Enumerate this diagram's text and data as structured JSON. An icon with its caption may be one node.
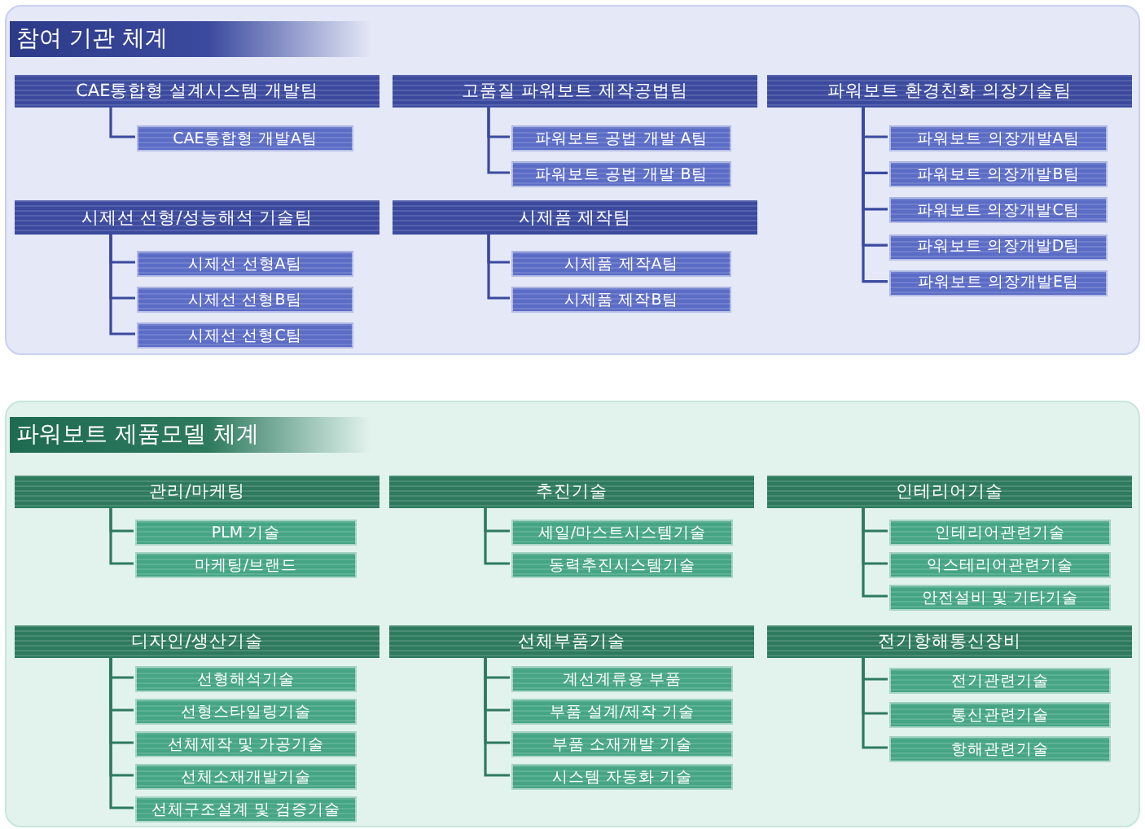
{
  "diagram": {
    "nodes": [
      {
        "text": [
          "참여 기관 체계"
        ]
      },
      {
        "text": [
          "CAE통합형 설계시스템 개발팀"
        ],
        "in": 0
      },
      {
        "text": [
          "CAE통합형 개발A팀"
        ],
        "in": 0
      },
      {
        "text": [
          "고품질 파워보트 제작공법팀"
        ],
        "in": 0
      },
      {
        "text": [
          "파워보트 공법 개발 A팀"
        ],
        "in": 0
      },
      {
        "text": [
          "파워보트 공법 개발 B팀"
        ],
        "in": 0
      },
      {
        "text": [
          "파워보트 환경친화 의장기술팀"
        ],
        "in": 0
      },
      {
        "text": [
          "파워보트 의장개발A팀"
        ],
        "in": 0
      },
      {
        "text": [
          "파워보트 의장개발B팀"
        ],
        "in": 0
      },
      {
        "text": [
          "파워보트 의장개발C팀"
        ],
        "in": 0
      },
      {
        "text": [
          "파워보트 의장개발D팀"
        ],
        "in": 0
      },
      {
        "text": [
          "파워보트 의장개발E팀"
        ],
        "in": 0
      },
      {
        "text": [
          "시제선 선형/성능해석 기술팀"
        ],
        "in": 0
      },
      {
        "text": [
          "시제선 선형A팀"
        ],
        "in": 0
      },
      {
        "text": [
          "시제선 선형B팀"
        ],
        "in": 0
      },
      {
        "text": [
          "시제선 선형C팀"
        ],
        "in": 0
      },
      {
        "text": [
          "시제품 제작팀"
        ],
        "in": 0
      },
      {
        "text": [
          "시제품 제작A팀"
        ],
        "in": 0
      },
      {
        "text": [
          "시제품 제작B팀"
        ],
        "in": 0
      },
      {
        "text": [
          "파워보트 제품모델 체계"
        ]
      },
      {
        "text": [
          "관리/마케팅"
        ],
        "in": 19
      },
      {
        "text": [
          "PLM 기술"
        ],
        "in": 19
      },
      {
        "text": [
          "마케팅/브랜드"
        ],
        "in": 19
      },
      {
        "text": [
          "추진기술"
        ],
        "in": 19
      },
      {
        "text": [
          "세일/마스트시스템기술"
        ],
        "in": 19
      },
      {
        "text": [
          "동력추진시스템기술"
        ],
        "in": 19
      },
      {
        "text": [
          "인테리어기술"
        ],
        "in": 19
      },
      {
        "text": [
          "인테리어관련기술"
        ],
        "in": 19
      },
      {
        "text": [
          "익스테리어관련기술"
        ],
        "in": 19
      },
      {
        "text": [
          "안전설비 및 기타기술"
        ],
        "in": 19
      },
      {
        "text": [
          "디자인/생산기술"
        ],
        "in": 19
      },
      {
        "text": [
          "선형해석기술"
        ],
        "in": 19
      },
      {
        "text": [
          "선형스타일링기술"
        ],
        "in": 19
      },
      {
        "text": [
          "선체제작 및 가공기술"
        ],
        "in": 19
      },
      {
        "text": [
          "선체소재개발기술"
        ],
        "in": 19
      },
      {
        "text": [
          "선체구조설계 및 검증기술"
        ],
        "in": 19
      },
      {
        "text": [
          "선체부품기술"
        ],
        "in": 19
      },
      {
        "text": [
          "계선계류용 부품"
        ],
        "in": 19
      },
      {
        "text": [
          "부품 설계/제작 기술"
        ],
        "in": 19
      },
      {
        "text": [
          "부품 소재개발 기술"
        ],
        "in": 19
      },
      {
        "text": [
          "시스템 자동화 기술"
        ],
        "in": 19
      },
      {
        "text": [
          "전기항해통신장비"
        ],
        "in": 19
      },
      {
        "text": [
          "전기관련기술"
        ],
        "in": 19
      },
      {
        "text": [
          "통신관련기술"
        ],
        "in": 19
      },
      {
        "text": [
          "항해관련기술"
        ],
        "in": 19
      }
    ],
    "edges": [
      {
        "from": 1,
        "to": 2,
        "arrow": "none"
      },
      {
        "from": 3,
        "to": 4,
        "arrow": "none"
      },
      {
        "from": 3,
        "to": 5,
        "arrow": "none"
      },
      {
        "from": 6,
        "to": 7,
        "arrow": "none"
      },
      {
        "from": 6,
        "to": 8,
        "arrow": "none"
      },
      {
        "from": 6,
        "to": 9,
        "arrow": "none"
      },
      {
        "from": 6,
        "to": 10,
        "arrow": "none"
      },
      {
        "from": 6,
        "to": 11,
        "arrow": "none"
      },
      {
        "from": 12,
        "to": 13,
        "arrow": "none"
      },
      {
        "from": 12,
        "to": 14,
        "arrow": "none"
      },
      {
        "from": 12,
        "to": 15,
        "arrow": "none"
      },
      {
        "from": 16,
        "to": 17,
        "arrow": "none"
      },
      {
        "from": 16,
        "to": 18,
        "arrow": "none"
      },
      {
        "from": 20,
        "to": 21,
        "arrow": "none"
      },
      {
        "from": 20,
        "to": 22,
        "arrow": "none"
      },
      {
        "from": 23,
        "to": 24,
        "arrow": "none"
      },
      {
        "from": 23,
        "to": 25,
        "arrow": "none"
      },
      {
        "from": 26,
        "to": 27,
        "arrow": "none"
      },
      {
        "from": 26,
        "to": 28,
        "arrow": "none"
      },
      {
        "from": 26,
        "to": 29,
        "arrow": "none"
      },
      {
        "from": 30,
        "to": 31,
        "arrow": "none"
      },
      {
        "from": 30,
        "to": 32,
        "arrow": "none"
      },
      {
        "from": 30,
        "to": 33,
        "arrow": "none"
      },
      {
        "from": 30,
        "to": 34,
        "arrow": "none"
      },
      {
        "from": 30,
        "to": 35,
        "arrow": "none"
      },
      {
        "from": 36,
        "to": 37,
        "arrow": "none"
      },
      {
        "from": 36,
        "to": 38,
        "arrow": "none"
      },
      {
        "from": 36,
        "to": 39,
        "arrow": "none"
      },
      {
        "from": 36,
        "to": 40,
        "arrow": "none"
      },
      {
        "from": 41,
        "to": 42,
        "arrow": "none"
      },
      {
        "from": 41,
        "to": 43,
        "arrow": "none"
      },
      {
        "from": 41,
        "to": 44,
        "arrow": "none"
      }
    ]
  }
}
